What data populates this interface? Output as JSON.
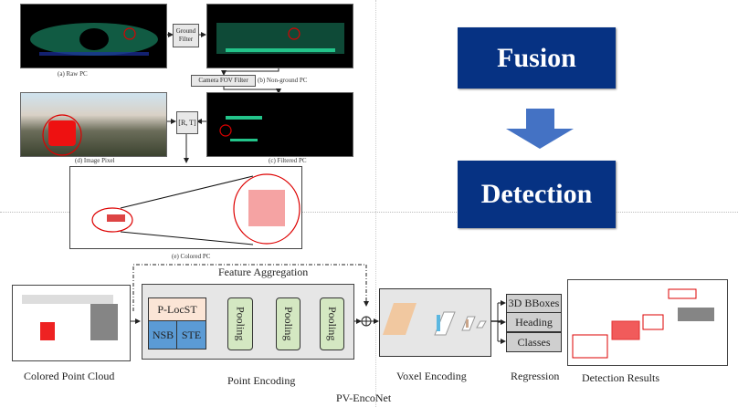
{
  "top_left": {
    "raw_pc_caption": "(a)  Raw PC",
    "ground_filter_label": "Ground Filter",
    "camera_fov_filter_label": "Camera FOV Filter",
    "non_ground_caption": "(b) Non-ground PC",
    "rt_label": "[R, T]",
    "image_pixel_caption": "(d) Image Pixel",
    "filtered_pc_caption": "(c) Filtered PC",
    "colored_pc_caption": "(e) Colored PC"
  },
  "top_right": {
    "fusion_label": "Fusion",
    "detection_label": "Detection",
    "colors": {
      "box": "#063283",
      "arrow": "#4472c4"
    }
  },
  "pipeline": {
    "feature_aggregation_label": "Feature Aggregation",
    "p_locst_label": "P-LocST",
    "nsb_label": "NSB",
    "ste_label": "STE",
    "pooling_labels": [
      "Pooling",
      "Pooling",
      "Pooling"
    ],
    "regression_outputs": [
      "3D BBoxes",
      "Heading",
      "Classes"
    ],
    "stage_labels": {
      "colored_point_cloud": "Colored Point Cloud",
      "point_encoding": "Point Encoding",
      "voxel_encoding": "Voxel Encoding",
      "regression": "Regression",
      "detection_results": "Detection Results"
    },
    "network_name": "PV-EncoNet",
    "colors": {
      "p_locst": "#fbe5d6",
      "nsb_ste": "#5b9bd5",
      "pooling": "#d4e8c2",
      "encoder_bg": "#e6e6e6",
      "regression": "#cfcfcf"
    }
  }
}
